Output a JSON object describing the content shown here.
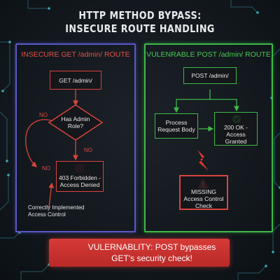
{
  "title": {
    "line1": "HTTP METHOD BYPASS:",
    "line2": "INSECURE ROUTE HANDLING"
  },
  "left_panel": {
    "title": "INSECURE GET /admin/ ROUTE",
    "get_box": "GET /admin/",
    "decision": [
      "Has Admin",
      "Role?"
    ],
    "no_label_top": "NO",
    "no_label_right": "NO",
    "no_label_left": "NO",
    "denied_box": [
      "403 Forbidden -",
      "Access Denied"
    ],
    "note": [
      "Correctly Implemented",
      "Access Control"
    ]
  },
  "right_panel": {
    "title": "VULENRABLE POST /admin/ ROUTE",
    "post_box": "POST /admin/",
    "process_box": [
      "Process",
      "Request Body"
    ],
    "granted_box": [
      "200 OK -",
      "Access Granted"
    ],
    "missing_box": [
      "MISSING",
      "Access Control Check"
    ]
  },
  "banner": {
    "line1": "VULERNABLITY: POST bypasses",
    "line2": "GET's security check!"
  },
  "colors": {
    "red": "#d9443e",
    "green": "#3fb84a",
    "blue_border": "#5b58c8",
    "banner_red": "#d63a36"
  }
}
